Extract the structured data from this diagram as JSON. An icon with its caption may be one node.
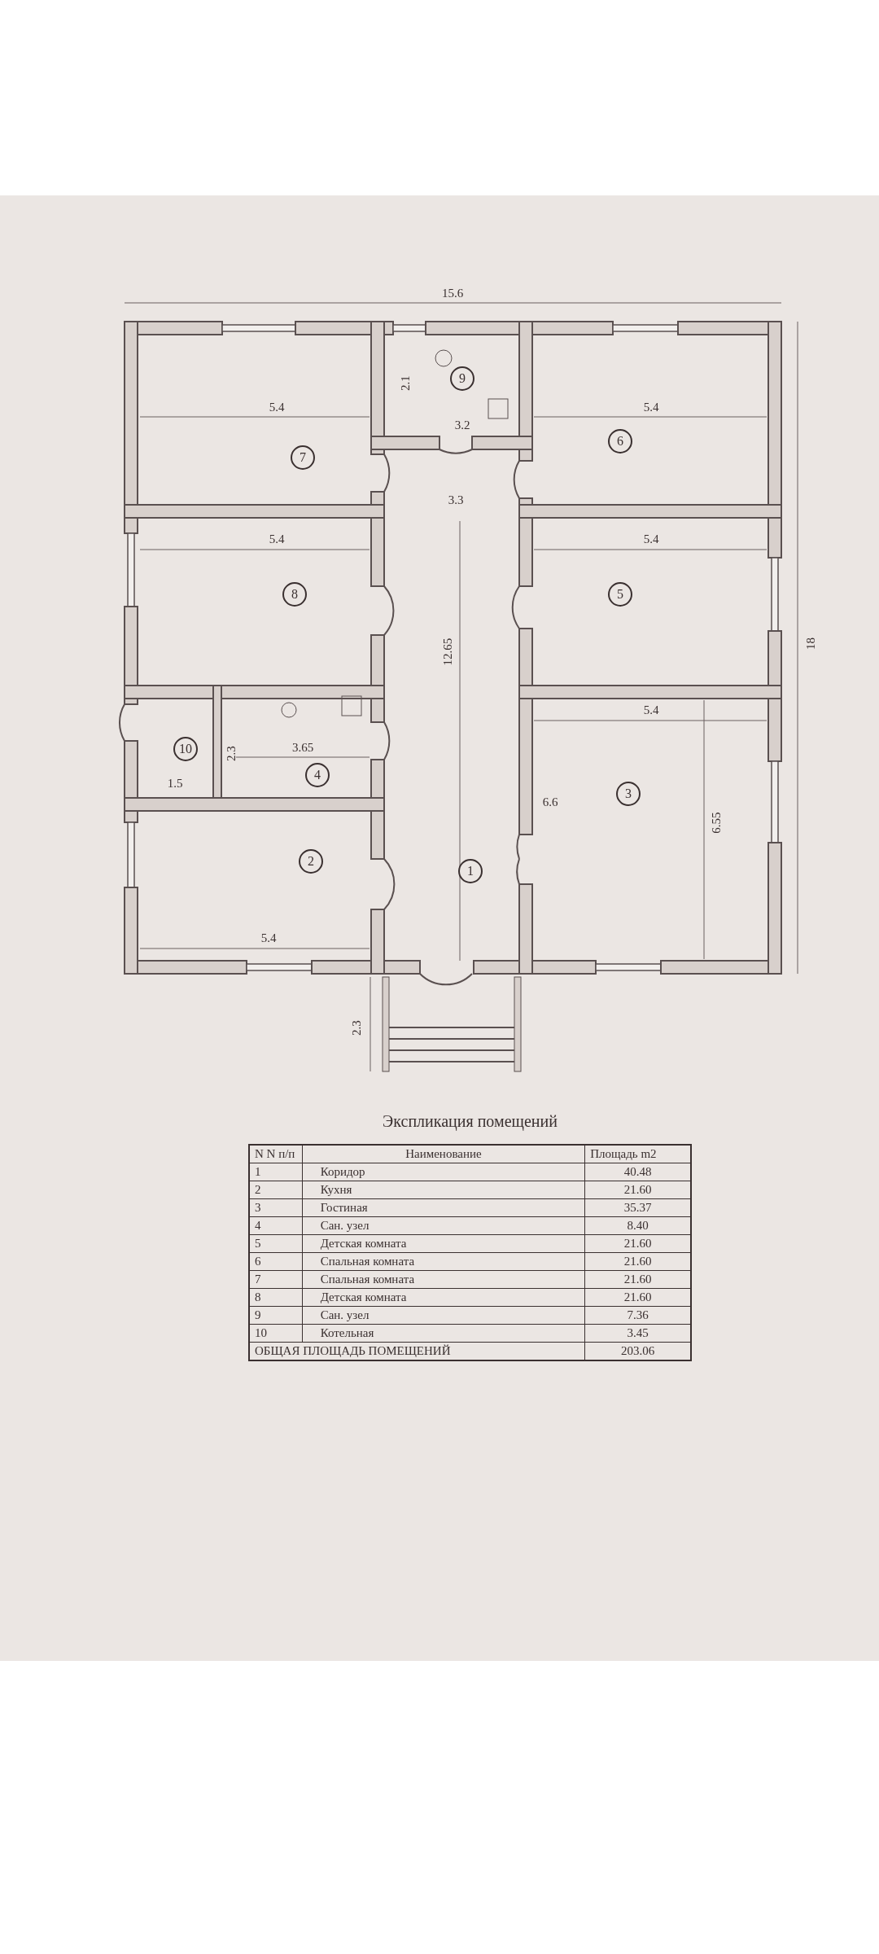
{
  "diagram": {
    "labels": [
      "15.6",
      "2.1",
      "9",
      "5.4",
      "3.2",
      "5.4",
      "7",
      "6",
      "3.3",
      "5.4",
      "5.4",
      "8",
      "5",
      "18",
      "12.65",
      "10",
      "3.65",
      "2.3",
      "5.4",
      "4",
      "1.5",
      "6.6",
      "3",
      "6.55",
      "2",
      "1",
      "5.4",
      "2.3",
      "Экспликация помещений",
      "N N п/п",
      "Наименование",
      "Площадь m2",
      "1",
      "Коридор",
      "40.48",
      "2",
      "Кухня",
      "21.60",
      "3",
      "Гостиная",
      "35.37",
      "4",
      "Сан. узел",
      "8.40",
      "5",
      "Детская комната",
      "21.60",
      "6",
      "Спальная комната",
      "21.60",
      "7",
      "Спальная комната",
      "21.60",
      "8",
      "Детская комната",
      "21.60",
      "9",
      "Сан. узел",
      "7.36",
      "10",
      "Котельная",
      "3.45",
      "ОБЩАЯ ПЛОЩАДЬ ПОМЕЩЕНИЙ",
      "203.06"
    ]
  }
}
